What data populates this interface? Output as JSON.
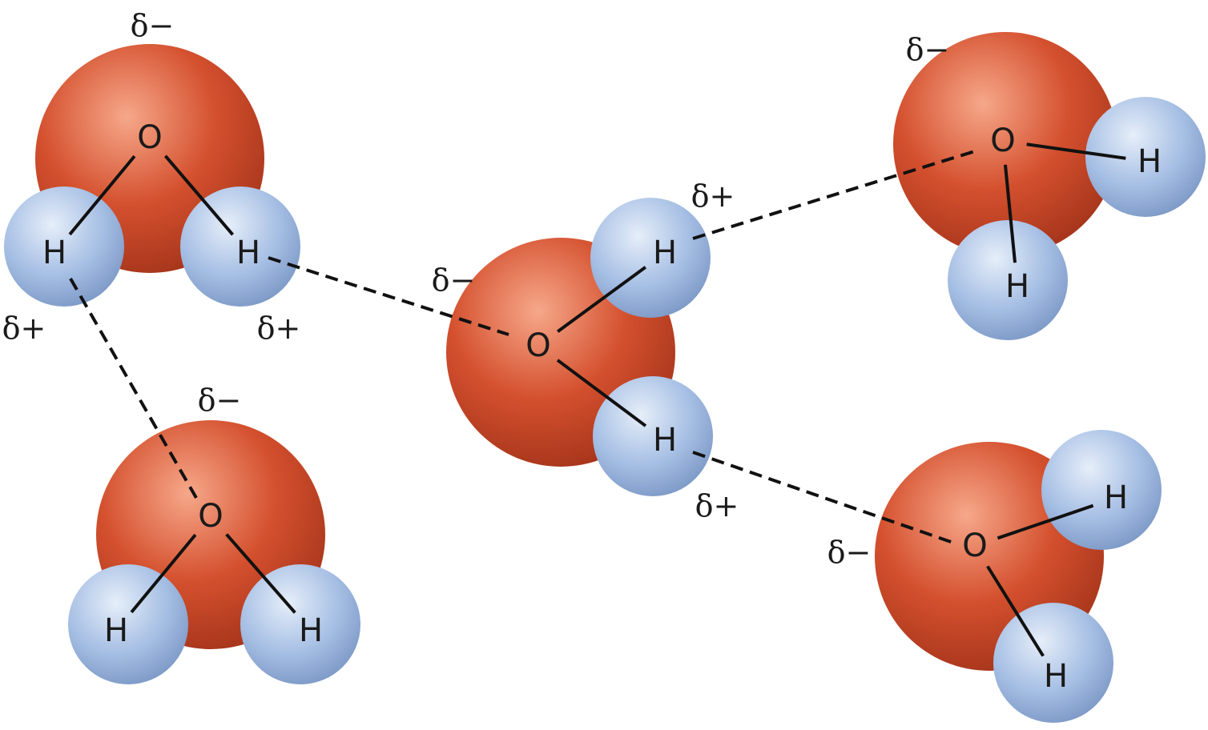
{
  "colors": {
    "oxygen": "#d4502e",
    "oxygen_highlight": "#f6a88a",
    "oxygen_shadow": "#a8361c",
    "hydrogen": "#a6bfe4",
    "hydrogen_highlight": "#e6eef9",
    "hydrogen_shadow": "#7f9bc8",
    "bond": "#111111"
  },
  "molecules": [
    {
      "atoms": [
        {
          "label": "O"
        },
        {
          "label": "H"
        },
        {
          "label": "H"
        }
      ],
      "charges": [
        {
          "label": "δ−"
        },
        {
          "label": "δ+"
        },
        {
          "label": "δ+"
        }
      ]
    },
    {
      "atoms": [
        {
          "label": "O"
        },
        {
          "label": "H"
        },
        {
          "label": "H"
        }
      ],
      "charges": [
        {
          "label": "δ−"
        },
        {
          "label": "δ+"
        },
        {
          "label": "δ+"
        }
      ]
    },
    {
      "atoms": [
        {
          "label": "O"
        },
        {
          "label": "H"
        },
        {
          "label": "H"
        }
      ],
      "charges": [
        {
          "label": "δ−"
        }
      ]
    },
    {
      "atoms": [
        {
          "label": "O"
        },
        {
          "label": "H"
        },
        {
          "label": "H"
        }
      ],
      "charges": [
        {
          "label": "δ−"
        }
      ]
    },
    {
      "atoms": [
        {
          "label": "O"
        },
        {
          "label": "H"
        },
        {
          "label": "H"
        }
      ],
      "charges": [
        {
          "label": "δ−"
        }
      ]
    }
  ],
  "hydrogen_bond_style": "dashed"
}
